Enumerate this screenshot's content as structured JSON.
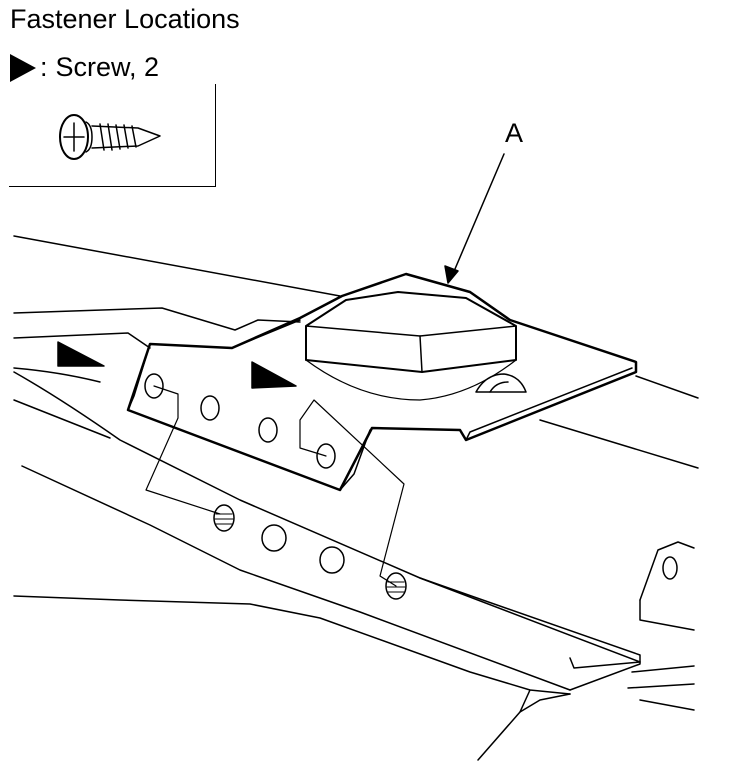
{
  "title": "Fastener Locations",
  "legend": {
    "separator": ":",
    "text": "Screw, 2"
  },
  "callouts": {
    "a": "A"
  },
  "icons": {
    "legend_marker": "triangle-pointer-icon",
    "screw": "screw-icon"
  },
  "colors": {
    "ink": "#000000",
    "background": "#ffffff"
  }
}
